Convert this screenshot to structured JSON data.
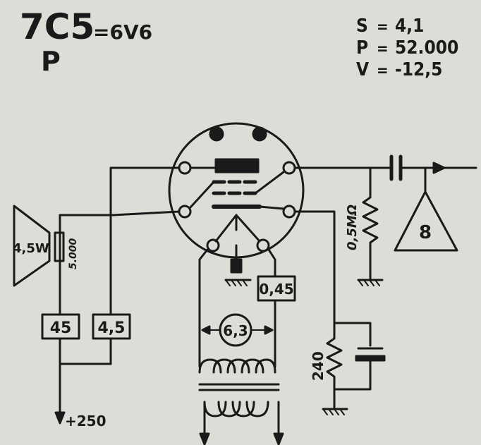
{
  "header": {
    "tube": "7C5",
    "suffix": "P",
    "equivalent": "=6V6"
  },
  "params": [
    {
      "key": "S",
      "sep": "=",
      "value": "4,1"
    },
    {
      "key": "P",
      "sep": "=",
      "value": "52.000"
    },
    {
      "key": "V",
      "sep": "=",
      "value": "-12,5"
    }
  ],
  "labels": {
    "speaker_power": "4,5W",
    "transformer_impedance": "5.000",
    "current_45": "45",
    "voltage_45": "4,5",
    "supply": "+250",
    "cathode_current": "0,45",
    "heater_voltage": "6,3",
    "grid_resistor": "0,5MΩ",
    "cathode_resistor": "240",
    "input_stage": "8"
  },
  "colors": {
    "background": "#ddddd8",
    "ink": "#1a1a1a"
  }
}
